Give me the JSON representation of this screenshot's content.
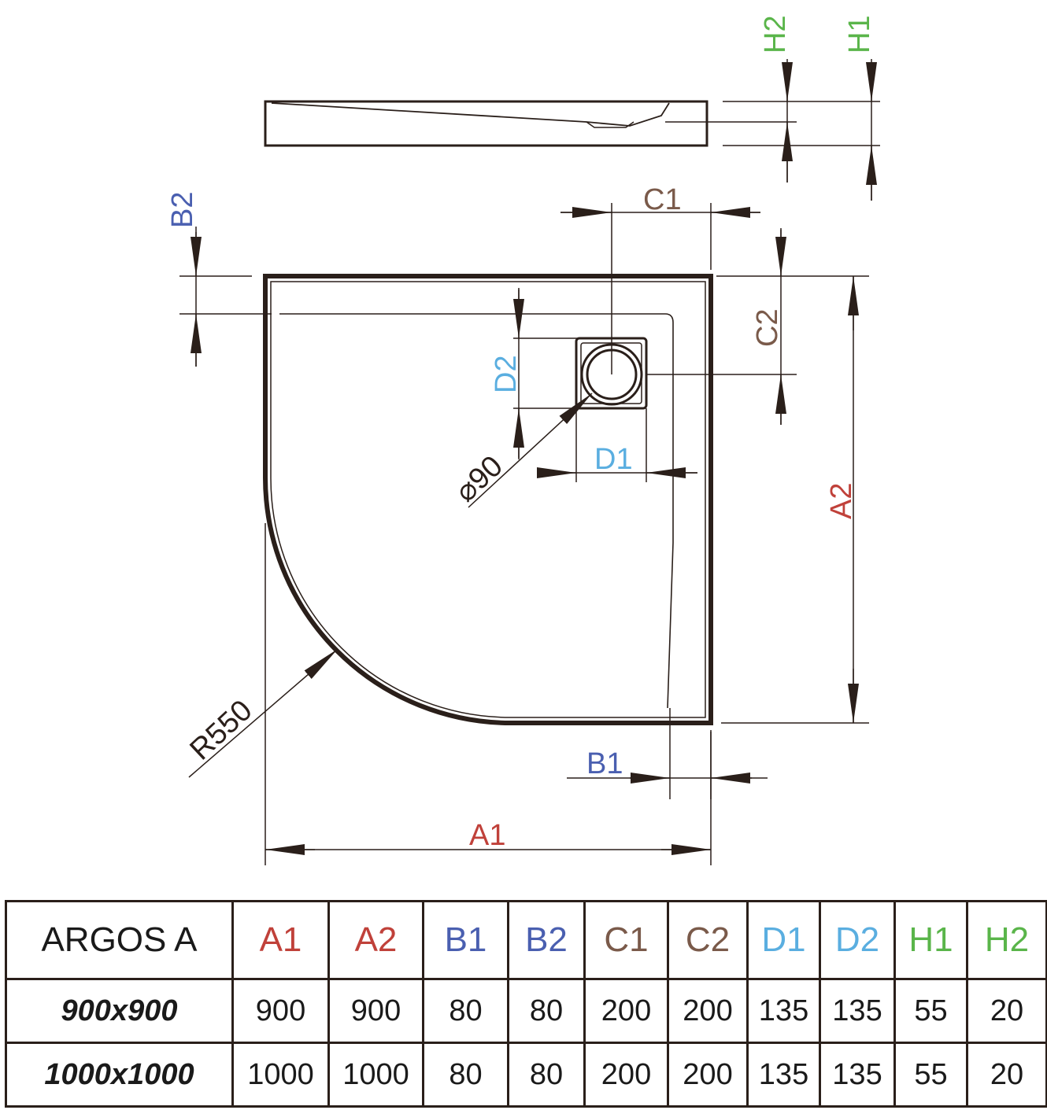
{
  "colors": {
    "line": "#2a1f1a",
    "A": "#c0413a",
    "B": "#4a5fb0",
    "C": "#7a5a4a",
    "D": "#5aaee0",
    "H": "#5ab54a"
  },
  "labels": {
    "H2": "H2",
    "H1": "H1",
    "C1": "C1",
    "C2": "C2",
    "B2": "B2",
    "B1": "B1",
    "D1": "D1",
    "D2": "D2",
    "A1": "A1",
    "A2": "A2",
    "diameter": "⌀90",
    "radius": "R550"
  },
  "table": {
    "model": "ARGOS A",
    "columns": [
      {
        "key": "A1",
        "label": "A1",
        "group": "A"
      },
      {
        "key": "A2",
        "label": "A2",
        "group": "A"
      },
      {
        "key": "B1",
        "label": "B1",
        "group": "B"
      },
      {
        "key": "B2",
        "label": "B2",
        "group": "B"
      },
      {
        "key": "C1",
        "label": "C1",
        "group": "C"
      },
      {
        "key": "C2",
        "label": "C2",
        "group": "C"
      },
      {
        "key": "D1",
        "label": "D1",
        "group": "D"
      },
      {
        "key": "D2",
        "label": "D2",
        "group": "D"
      },
      {
        "key": "H1",
        "label": "H1",
        "group": "H"
      },
      {
        "key": "H2",
        "label": "H2",
        "group": "H"
      }
    ],
    "rows": [
      {
        "size": "900x900",
        "values": [
          "900",
          "900",
          "80",
          "80",
          "200",
          "200",
          "135",
          "135",
          "55",
          "20"
        ]
      },
      {
        "size": "1000x1000",
        "values": [
          "1000",
          "1000",
          "80",
          "80",
          "200",
          "200",
          "135",
          "135",
          "55",
          "20"
        ]
      }
    ]
  }
}
